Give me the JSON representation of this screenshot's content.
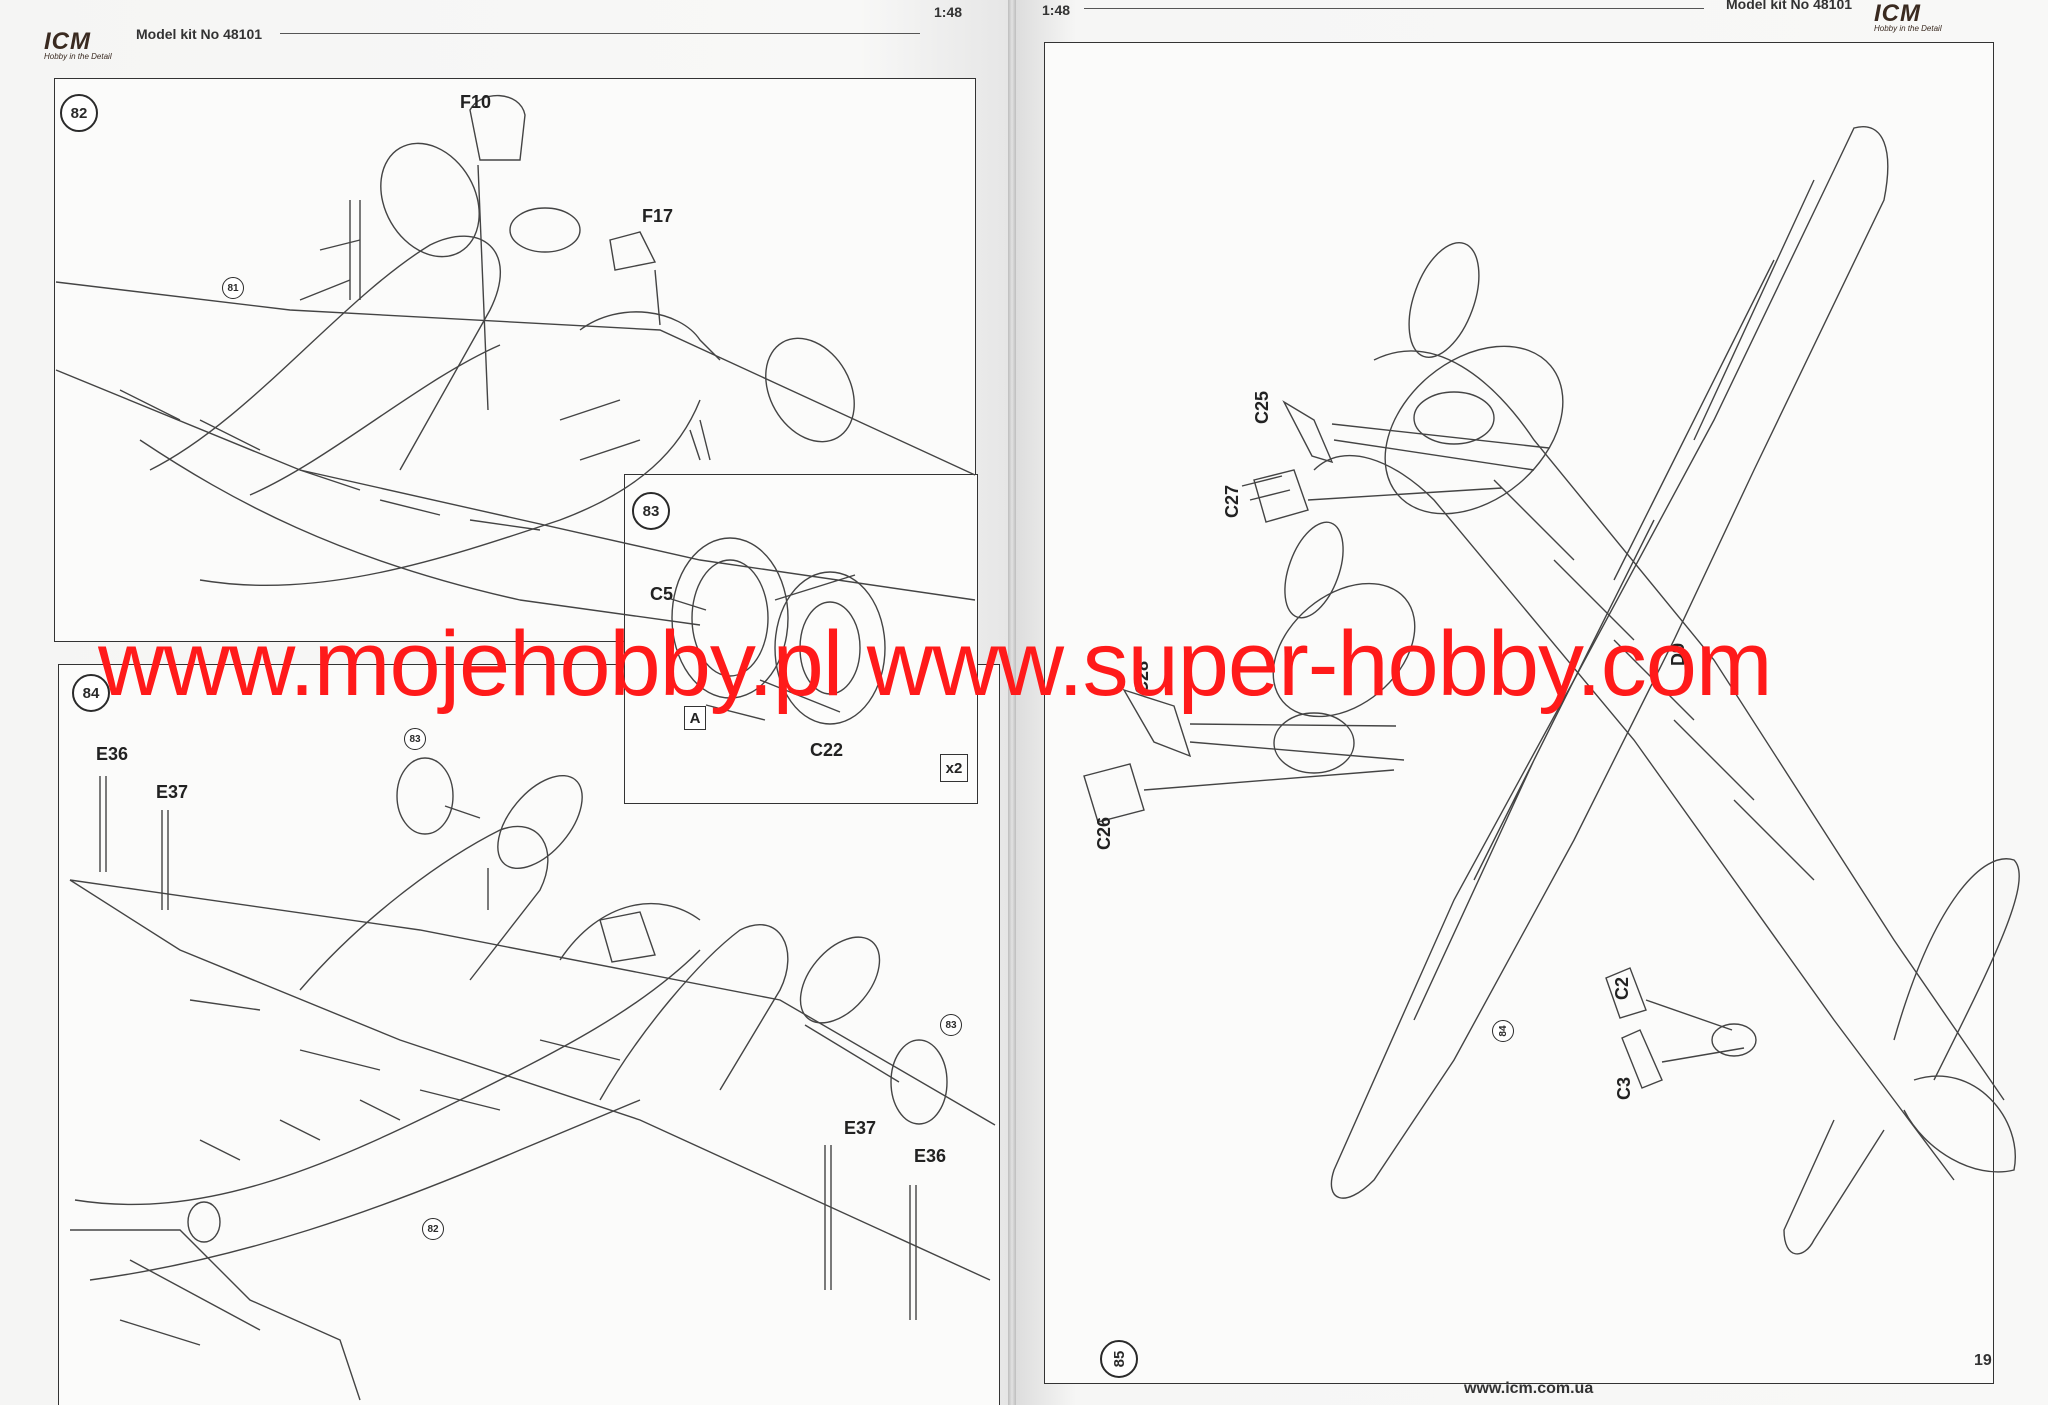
{
  "header": {
    "left_model_kit": "Model kit No 48101",
    "left_scale": "1:48",
    "right_scale": "1:48",
    "right_model_kit": "Model kit No 48101",
    "logo_text": "ICM",
    "logo_tagline": "Hobby in the Detail"
  },
  "steps": {
    "s82": "82",
    "s83": "83",
    "s84": "84",
    "s85": "85"
  },
  "step82_refs": {
    "ref81": "81"
  },
  "step82_parts": {
    "f10": "F10",
    "f17": "F17"
  },
  "step83_parts": {
    "c5": "C5",
    "c22": "C22",
    "a": "A",
    "qty": "x2"
  },
  "step84_parts": {
    "e36_left": "E36",
    "e37_left": "E37",
    "e37_right": "E37",
    "e36_right": "E36",
    "ref83_top": "83",
    "ref83_right": "83",
    "ref82": "82"
  },
  "step85_parts": {
    "c25": "C25",
    "c27": "C27",
    "c28": "C28",
    "d9": "D9",
    "c26": "C26",
    "c2": "C2",
    "c3": "C3",
    "ref84": "84"
  },
  "watermark": "www.mojehobby.pl www.super-hobby.com",
  "footer": {
    "url": "www.icm.com.ua",
    "page_number": "19"
  }
}
